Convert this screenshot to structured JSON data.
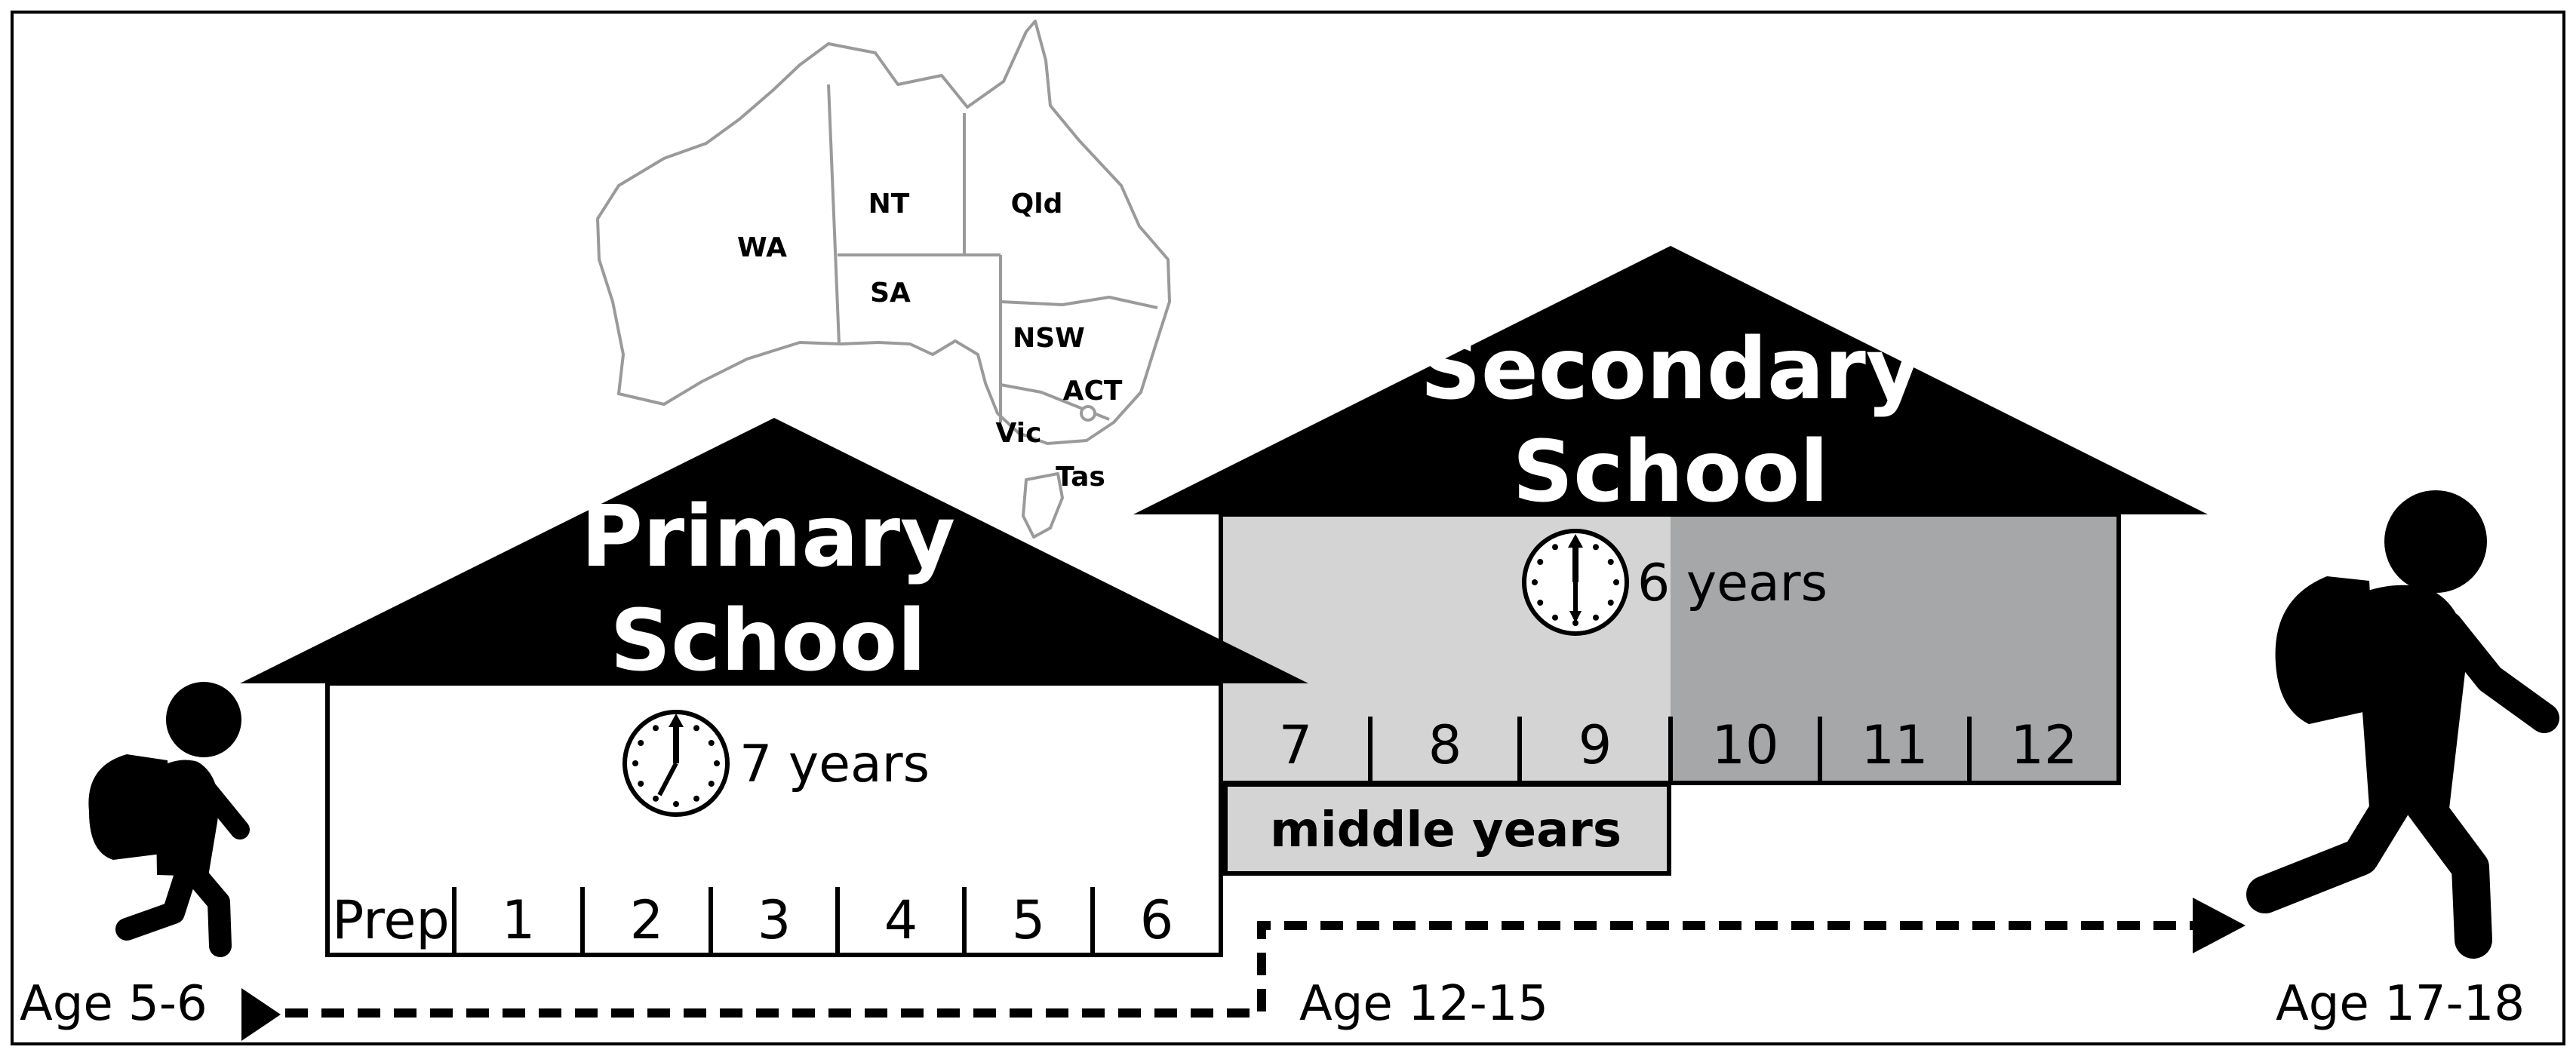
{
  "map": {
    "states": [
      "WA",
      "NT",
      "Qld",
      "SA",
      "NSW",
      "ACT",
      "Vic",
      "Tas"
    ]
  },
  "primary": {
    "title_line1": "Primary",
    "title_line2": "School",
    "duration": "7 years",
    "grades": [
      "Prep",
      "1",
      "2",
      "3",
      "4",
      "5",
      "6"
    ]
  },
  "secondary": {
    "title_line1": "Secondary",
    "title_line2": "School",
    "duration": "6 years",
    "grades": [
      "7",
      "8",
      "9",
      "10",
      "11",
      "12"
    ],
    "middle_years": "middle years"
  },
  "ages": {
    "start": "Age 5-6",
    "transition": "Age 12-15",
    "end": "Age 17-18"
  },
  "colors": {
    "roof": "#000000",
    "secondary_light": "#d4d4d4",
    "secondary_dark": "#a6a7a9",
    "map_outline": "#9a9a9a"
  }
}
